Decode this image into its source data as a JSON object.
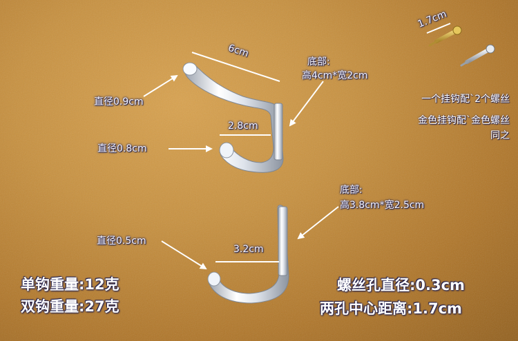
{
  "image_labels": {
    "top_length": "6cm",
    "screw_length": "1.7cm",
    "base_title_1": "底部:",
    "base_size_1": "高4cm*宽2cm",
    "upper_diameter_1": "直径0.9cm",
    "gap_1": "2.8cm",
    "lower_diameter_1": "直径0.8cm",
    "base_title_2": "底部:",
    "base_size_2": "高3.8cm*宽2.5cm",
    "diameter_2": "直径0.5cm",
    "gap_2": "3.2cm"
  },
  "notes": {
    "line1": "一个挂钩配`2个螺丝",
    "line2": "金色挂钩配`金色螺丝",
    "line3": "同之"
  },
  "weights": {
    "single": "单钩重量:12克",
    "double": "双钩重量:27克"
  },
  "screw_specs": {
    "hole_diameter": "螺丝孔直径:0.3cm",
    "hole_spacing": "两孔中心距离:1.7cm"
  },
  "colors": {
    "background": "#c8913f",
    "chrome": "#e8ecf2",
    "annotation": "#ffffff",
    "gold_screw": "#d4b24a",
    "silver_screw": "#c9ccd2"
  }
}
